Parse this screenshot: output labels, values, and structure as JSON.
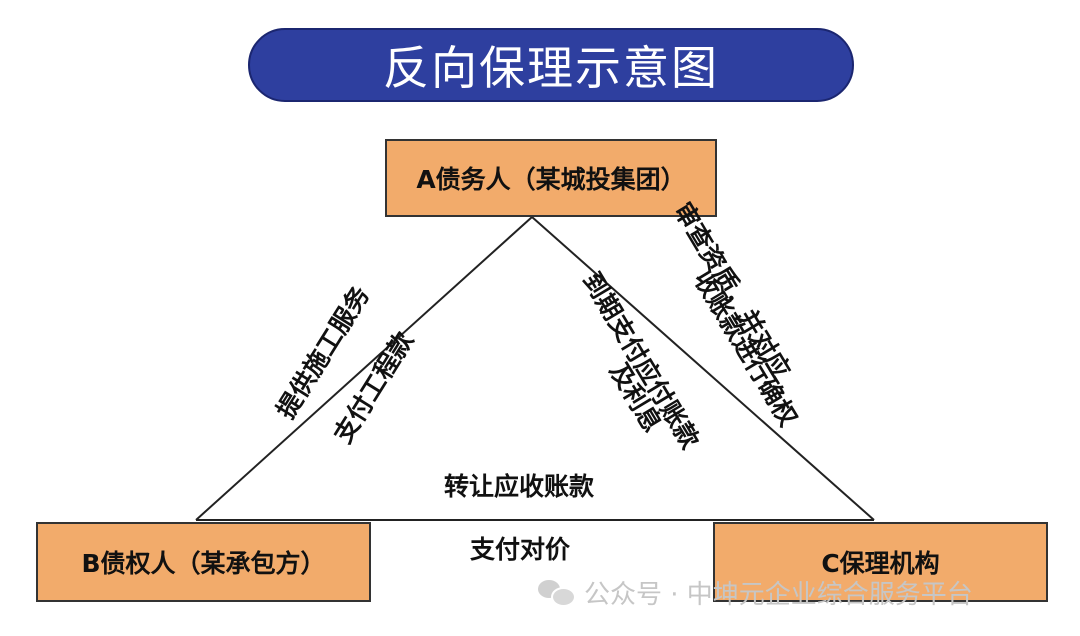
{
  "title": "反向保理示意图",
  "nodes": {
    "a": "A债务人（某城投集团）",
    "b": "B债权人（某承包方）",
    "c": "C保理机构"
  },
  "labels": {
    "left_outer": "提供施工服务",
    "left_inner": "支付工程款",
    "right_inner_1": "到期支付应付账款",
    "right_inner_2": "及利息",
    "right_outer_1": "审查资质，并对应",
    "right_outer_2": "收账款进行确权",
    "bottom_inner": "转让应收账款",
    "bottom_outer": "支付对价"
  },
  "watermark": "公众号 · 中坤元企业综合服务平台",
  "colors": {
    "title_fill": "#2e3f9f",
    "node_fill": "#f2ab6b",
    "line": "#222222"
  }
}
